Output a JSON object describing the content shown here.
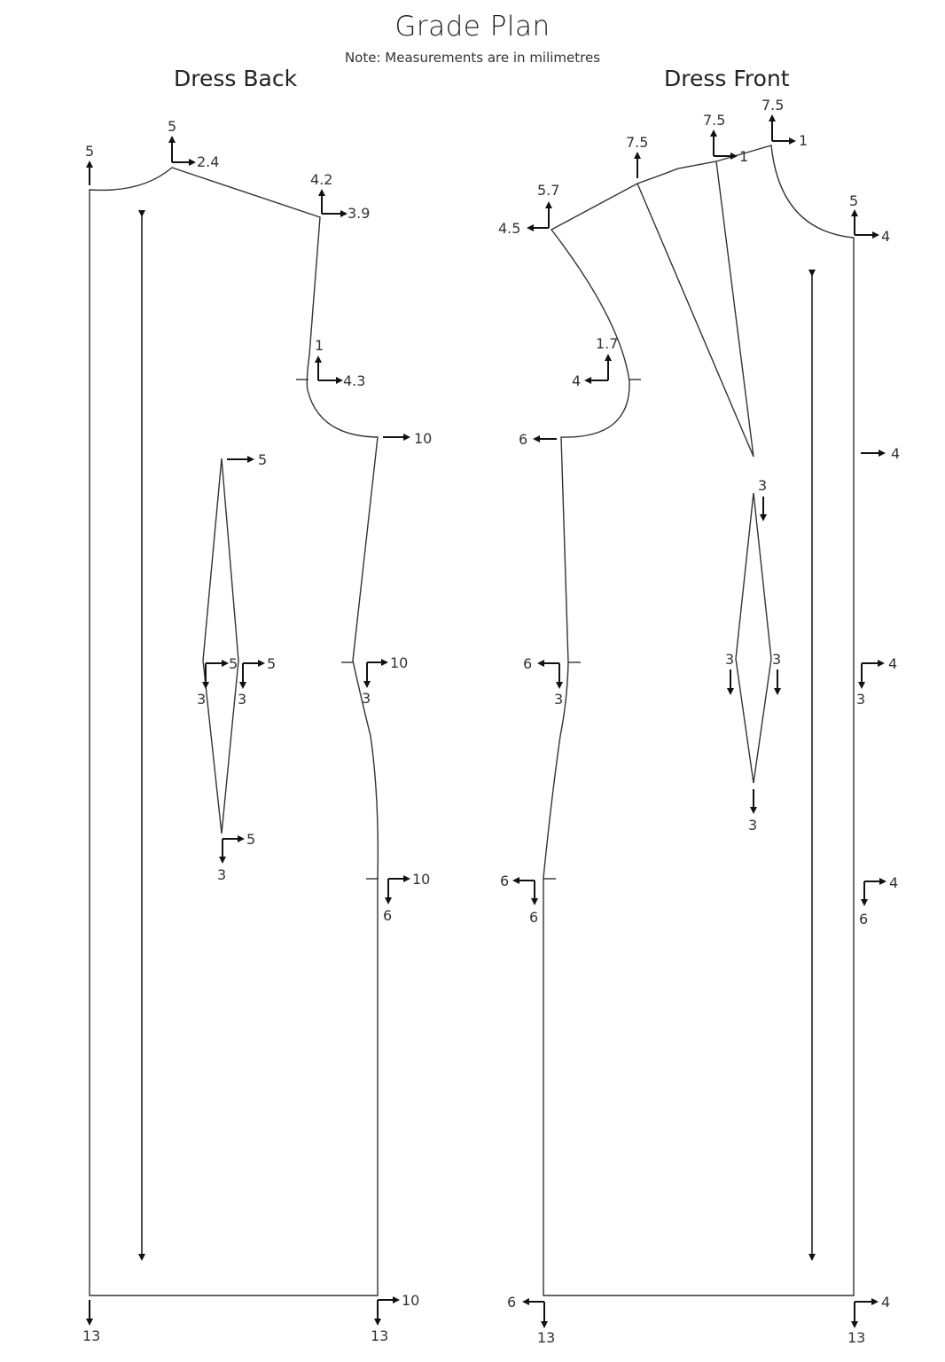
{
  "header": {
    "title": "Grade Plan",
    "note": "Note: Measurements are in milimetres"
  },
  "pieces": {
    "back": {
      "title": "Dress Back"
    },
    "front": {
      "title": "Dress Front"
    }
  },
  "grade_points": {
    "back": {
      "cf_neck": {
        "up": "5"
      },
      "shoulder_neck": {
        "up": "5",
        "right": "2.4"
      },
      "shoulder_tip": {
        "up": "4.2",
        "right": "3.9"
      },
      "armhole_notch": {
        "up": "1",
        "right": "4.3"
      },
      "underarm": {
        "right": "10"
      },
      "dart_top": {
        "right": "5"
      },
      "dart_left": {
        "right": "5",
        "down": "3"
      },
      "dart_right": {
        "right": "5",
        "down": "3"
      },
      "dart_bottom": {
        "right": "5",
        "down": "3"
      },
      "waist": {
        "right": "10",
        "down": "3"
      },
      "hip": {
        "right": "10",
        "down": "6"
      },
      "hem_cb": {
        "down": "13"
      },
      "hem_side": {
        "right": "10",
        "down": "13"
      }
    },
    "front": {
      "shoulder_tip": {
        "up": "5.7",
        "left": "4.5"
      },
      "shoulder_dart_1": {
        "up": "7.5"
      },
      "shoulder_dart_2": {
        "up": "7.5",
        "right": "1"
      },
      "shoulder_neck": {
        "up": "7.5",
        "right": "1"
      },
      "cf_neck": {
        "up": "5",
        "right": "4"
      },
      "armhole_notch": {
        "up": "1.7",
        "left": "4"
      },
      "underarm": {
        "left": "6"
      },
      "bust": {
        "right": "4"
      },
      "dart_top": {
        "down": "3"
      },
      "dart_left": {
        "down": "3"
      },
      "dart_right": {
        "down": "3"
      },
      "dart_bottom": {
        "down": "3"
      },
      "waist_side": {
        "left": "6",
        "down": "3"
      },
      "waist_cf": {
        "right": "4",
        "down": "3"
      },
      "hip_side": {
        "left": "6",
        "down": "6"
      },
      "hip_cf": {
        "right": "4",
        "down": "6"
      },
      "hem_side": {
        "left": "6",
        "down": "13"
      },
      "hem_cf": {
        "right": "4",
        "down": "13"
      }
    }
  },
  "colors": {
    "line": "#333333",
    "arrow": "#111111",
    "background": "#ffffff"
  }
}
